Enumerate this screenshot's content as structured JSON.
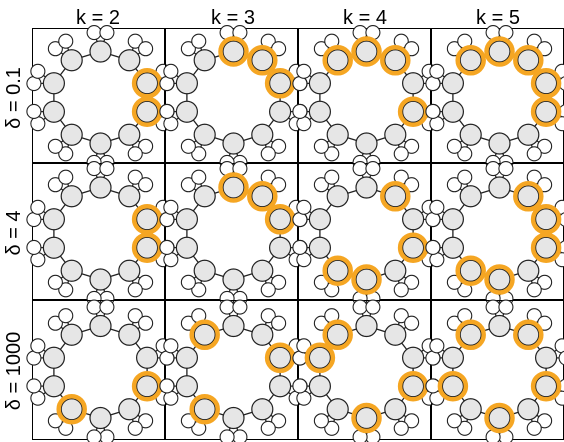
{
  "columns": [
    {
      "label": "k = 2",
      "k": 2
    },
    {
      "label": "k = 3",
      "k": 3
    },
    {
      "label": "k = 4",
      "k": 4
    },
    {
      "label": "k = 5",
      "k": 5
    }
  ],
  "rows": [
    {
      "label": "δ = 0.1",
      "delta": 0.1
    },
    {
      "label": "δ = 4",
      "delta": 4
    },
    {
      "label": "δ = 1000",
      "delta": 1000
    }
  ],
  "molecule": {
    "ring_atoms": 10,
    "hydrogens_per_atom": 2,
    "ring_atom_color": "#e6e6e6",
    "hydrogen_color": "#ffffff"
  },
  "highlight_color": "#f5a623",
  "selections": [
    [
      [
        3,
        4
      ],
      [
        1,
        2,
        3
      ],
      [
        0,
        1,
        2,
        4
      ],
      [
        0,
        1,
        2,
        3,
        4
      ]
    ],
    [
      [
        3,
        4
      ],
      [
        1,
        2,
        3
      ],
      [
        2,
        4,
        6,
        7
      ],
      [
        2,
        3,
        4,
        6,
        7
      ]
    ],
    [
      [
        4,
        7
      ],
      [
        0,
        3,
        7
      ],
      [
        0,
        4,
        6,
        9
      ],
      [
        0,
        2,
        4,
        6,
        8
      ]
    ]
  ]
}
